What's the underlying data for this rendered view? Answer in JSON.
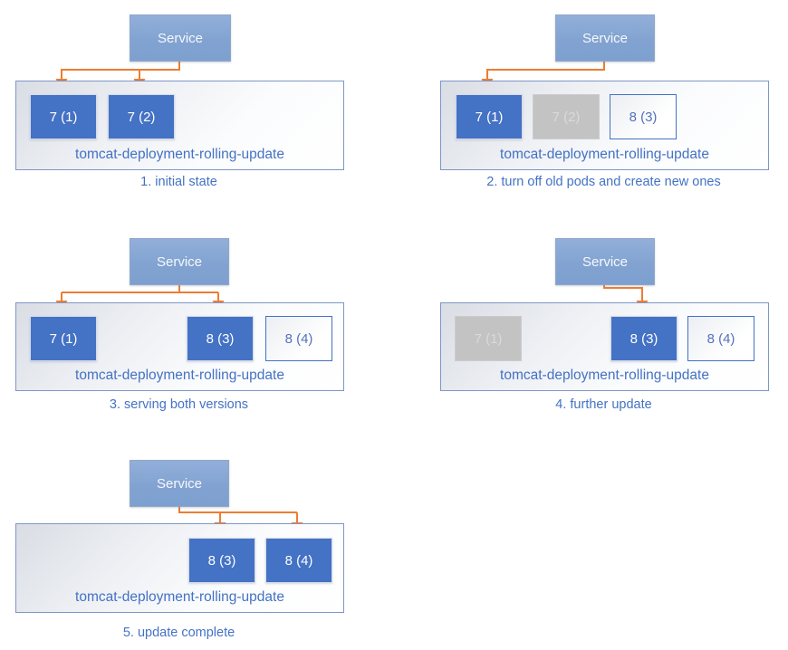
{
  "colors": {
    "service_fill": "#82A3D1",
    "pod_active": "#4472C4",
    "pod_terminated": "#C3C3C3",
    "pod_new_border": "#4472C4",
    "arrow": "#ED7D31",
    "text_blue": "#4472C4",
    "deployment_border": "#7E96C8"
  },
  "panels": [
    {
      "caption": "1. initial state",
      "service_label": "Service",
      "deployment_label": "tomcat-deployment-rolling-update",
      "service_routes_to": [
        "7 (1)",
        "7 (2)"
      ],
      "pods": [
        {
          "label": "7 (1)",
          "state": "active"
        },
        {
          "label": "7 (2)",
          "state": "active"
        }
      ]
    },
    {
      "caption": "2. turn off old pods and create new ones",
      "service_label": "Service",
      "deployment_label": "tomcat-deployment-rolling-update",
      "service_routes_to": [
        "7 (1)"
      ],
      "pods": [
        {
          "label": "7 (1)",
          "state": "active"
        },
        {
          "label": "7 (2)",
          "state": "terminated"
        },
        {
          "label": "8 (3)",
          "state": "starting"
        }
      ]
    },
    {
      "caption": "3. serving both versions",
      "service_label": "Service",
      "deployment_label": "tomcat-deployment-rolling-update",
      "service_routes_to": [
        "7 (1)",
        "8 (3)"
      ],
      "pods": [
        {
          "label": "7 (1)",
          "state": "active"
        },
        {
          "label": "8 (3)",
          "state": "active"
        },
        {
          "label": "8 (4)",
          "state": "starting"
        }
      ]
    },
    {
      "caption": "4. further update",
      "service_label": "Service",
      "deployment_label": "tomcat-deployment-rolling-update",
      "service_routes_to": [
        "8 (3)"
      ],
      "pods": [
        {
          "label": "7 (1)",
          "state": "terminated"
        },
        {
          "label": "8 (3)",
          "state": "active"
        },
        {
          "label": "8 (4)",
          "state": "starting"
        }
      ]
    },
    {
      "caption": "5. update complete",
      "service_label": "Service",
      "deployment_label": "tomcat-deployment-rolling-update",
      "service_routes_to": [
        "8 (3)",
        "8 (4)"
      ],
      "pods": [
        {
          "label": "8 (3)",
          "state": "active"
        },
        {
          "label": "8 (4)",
          "state": "active"
        }
      ]
    }
  ]
}
